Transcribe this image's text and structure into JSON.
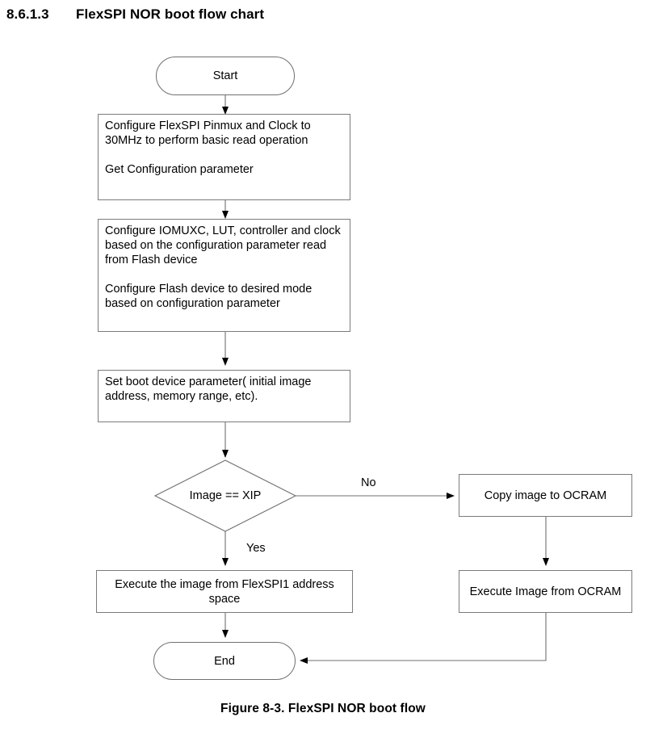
{
  "heading": {
    "section_number": "8.6.1.3",
    "title": "FlexSPI NOR boot flow chart"
  },
  "caption": "Figure 8-3. FlexSPI NOR boot flow",
  "flowchart": {
    "type": "flowchart",
    "nodes": [
      {
        "id": "start",
        "shape": "terminator",
        "text": "Start"
      },
      {
        "id": "configure-flexspi",
        "shape": "process",
        "text": "Configure FlexSPI Pinmux and Clock to 30MHz to perform basic read operation\n\nGet Configuration parameter"
      },
      {
        "id": "configure-iomuxc",
        "shape": "process",
        "text": "Configure IOMUXC, LUT, controller and clock based on the configuration parameter read from Flash device\n\nConfigure Flash device to desired mode based on configuration parameter"
      },
      {
        "id": "set-boot-device-parameter",
        "shape": "process",
        "text": "Set boot device parameter( initial image address, memory range, etc)."
      },
      {
        "id": "image-xip-decision",
        "shape": "decision",
        "text": "Image == XIP"
      },
      {
        "id": "copy-image-to-ocram",
        "shape": "process",
        "text": "Copy image to OCRAM"
      },
      {
        "id": "execute-image-flexspi1",
        "shape": "process",
        "text": "Execute the image from FlexSPI1 address space"
      },
      {
        "id": "execute-image-ocram",
        "shape": "process",
        "text": "Execute Image from OCRAM"
      },
      {
        "id": "end",
        "shape": "terminator",
        "text": "End"
      }
    ],
    "edge_labels": {
      "no": "No",
      "yes": "Yes"
    },
    "colors": {
      "line": "#6f6f6f",
      "arrow": "#000000",
      "box_border": "#7b7b7b",
      "background": "#ffffff",
      "text": "#000000"
    }
  }
}
